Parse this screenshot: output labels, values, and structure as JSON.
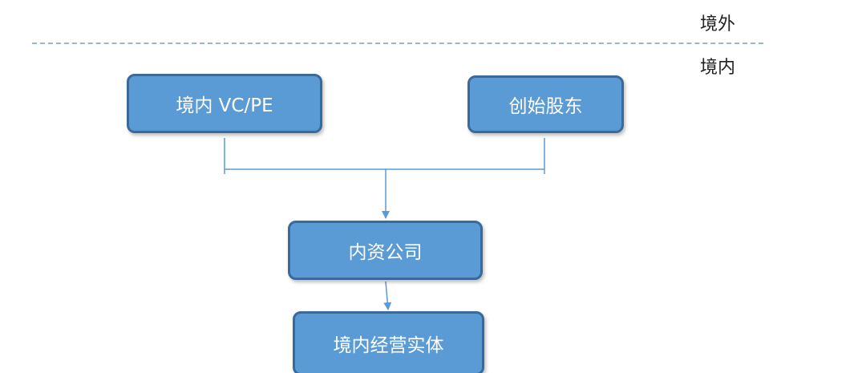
{
  "regions": {
    "overseas": "境外",
    "domestic": "境内"
  },
  "nodes": {
    "vc_pe": "境内 VC/PE",
    "founders": "创始股东",
    "domestic_company": "内资公司",
    "operating_entity": "境内经营实体"
  },
  "colors": {
    "node_fill": "#5b9bd5",
    "node_border": "#3a6a99",
    "connector": "#5b9bd5",
    "divider": "#9ab7c6"
  }
}
